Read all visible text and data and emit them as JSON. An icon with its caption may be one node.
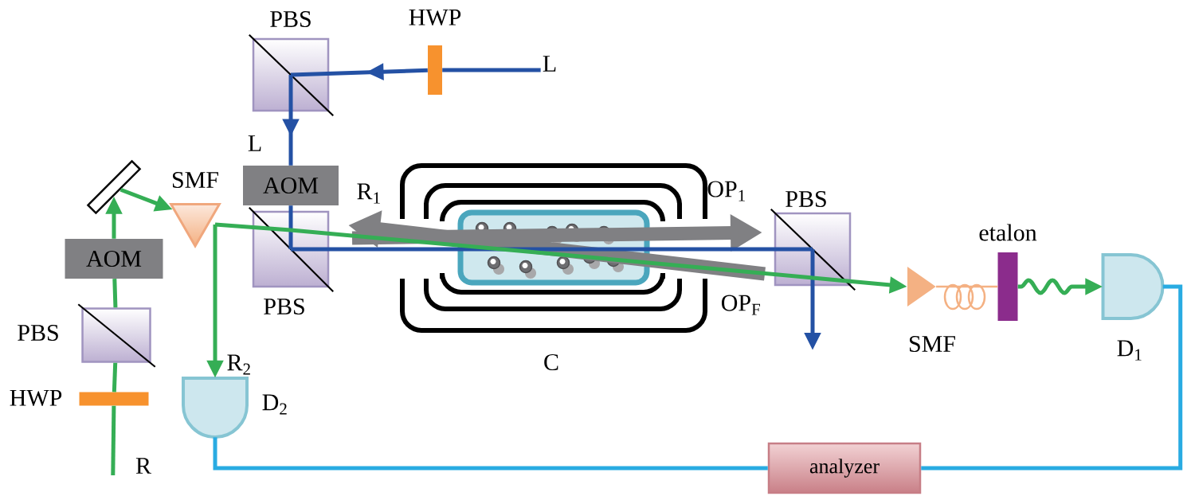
{
  "diagram": {
    "nodes": [
      {
        "text": [
          "PBS"
        ]
      },
      {
        "text": [
          "HWP"
        ]
      },
      {
        "text": [
          "L"
        ]
      },
      {
        "text": [
          "AOM"
        ]
      },
      {
        "text": [
          "PBS"
        ]
      },
      {
        "text": [],
        "shape": "bar"
      },
      {
        "text": [
          "SMF"
        ]
      },
      {
        "text": [
          "AOM"
        ]
      },
      {
        "text": [
          "PBS"
        ]
      },
      {
        "text": [
          "HWP"
        ]
      },
      {
        "text": [
          "R"
        ]
      },
      {
        "text": [
          "D$_{2}$"
        ]
      },
      {
        "text": [
          "C"
        ]
      },
      {
        "text": [
          "PBS"
        ]
      },
      {
        "text": [
          "SMF"
        ]
      },
      {
        "text": [
          "etalon"
        ]
      },
      {
        "text": [
          "D$_{1}$"
        ]
      },
      {
        "text": [
          "analyzer"
        ]
      }
    ],
    "edges": [
      {
        "from": 2,
        "to": 1,
        "arrow": "none",
        "color": "#2451a4"
      },
      {
        "from": 1,
        "to": 0,
        "arrow": "to",
        "color": "#2451a4"
      },
      {
        "from": 0,
        "to": 3,
        "arrow": "to",
        "color": "#2451a4"
      },
      {
        "from": 3,
        "to": 4,
        "arrow": "none",
        "color": "#2451a4"
      },
      {
        "from": 4,
        "to": 12,
        "arrow": "none",
        "color": "#2451a4"
      },
      {
        "from": 12,
        "to": 13,
        "arrow": "none",
        "color": "#2451a4"
      },
      {
        "from": 13,
        "to": null,
        "arrow": "to",
        "color": "#2451a4"
      },
      {
        "from": 10,
        "to": 9,
        "arrow": "none"
      },
      {
        "from": 9,
        "to": 8,
        "arrow": "none"
      },
      {
        "from": 8,
        "to": 7,
        "arrow": "none"
      },
      {
        "from": 7,
        "to": 5,
        "arrow": "to"
      },
      {
        "from": 5,
        "to": 6,
        "arrow": "to"
      },
      {
        "from": 6,
        "to": 11,
        "arrow": "to"
      },
      {
        "from": 6,
        "to": 4,
        "arrow": "none"
      },
      {
        "from": 4,
        "to": 12,
        "arrow": "none"
      },
      {
        "from": 12,
        "to": 13,
        "arrow": "none"
      },
      {
        "from": 13,
        "to": 14,
        "arrow": "to"
      },
      {
        "from": 14,
        "to": 15,
        "arrow": "none",
        "color": "#f4b183"
      },
      {
        "from": 15,
        "to": 16,
        "arrow": "to"
      },
      {
        "from": 16,
        "to": 17,
        "arrow": "none",
        "color": "#29abe2"
      },
      {
        "from": 11,
        "to": 17,
        "arrow": "none",
        "color": "#29abe2"
      }
    ],
    "labels": [
      "L",
      "R$_{1}$",
      "OP$_{1}$",
      "OP$_{F}$",
      "R$_{2}$"
    ]
  }
}
